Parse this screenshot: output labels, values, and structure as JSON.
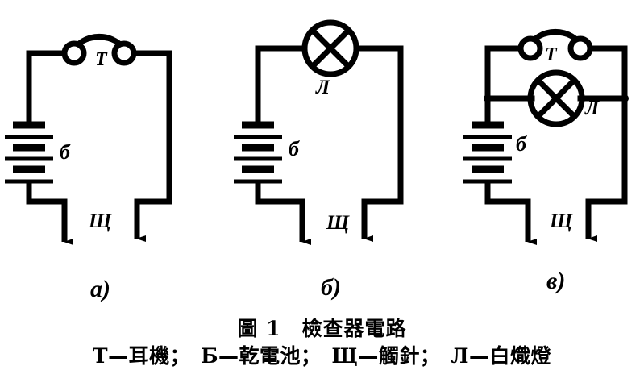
{
  "figure": {
    "caption_title": "圖 1　檢查器電路",
    "caption_legend": "Т—耳機；　Б—乾電池；　Щ—觸針；　Л—白熾燈",
    "background_color": "#ffffff",
    "ink_color": "#000000",
    "panels": [
      {
        "id": "a",
        "sub_label": "а)",
        "description": "battery with headphones in series and two probe arrows",
        "components": [
          {
            "name": "headphones",
            "label": "Т",
            "symbol": "two-circles-with-double-arc"
          },
          {
            "name": "battery",
            "label": "б",
            "symbol": "multi-cell-battery"
          },
          {
            "name": "probes",
            "label": "Щ",
            "symbol": "two-down-arrows"
          }
        ]
      },
      {
        "id": "b",
        "sub_label": "б)",
        "description": "battery with incandescent lamp in series and two probe arrows",
        "components": [
          {
            "name": "lamp",
            "label": "Л",
            "symbol": "circle-with-x"
          },
          {
            "name": "battery",
            "label": "б",
            "symbol": "multi-cell-battery"
          },
          {
            "name": "probes",
            "label": "Щ",
            "symbol": "two-down-arrows"
          }
        ]
      },
      {
        "id": "c",
        "sub_label": "в)",
        "description": "battery with headphones and lamp in parallel and two probe arrows",
        "components": [
          {
            "name": "headphones",
            "label": "Т",
            "symbol": "two-circles-with-double-arc"
          },
          {
            "name": "lamp",
            "label": "Л",
            "symbol": "circle-with-x"
          },
          {
            "name": "battery",
            "label": "б",
            "symbol": "multi-cell-battery"
          },
          {
            "name": "probes",
            "label": "Щ",
            "symbol": "two-down-arrows"
          }
        ]
      }
    ],
    "labels": {
      "a_headphone": "Т",
      "a_battery": "б",
      "a_probe": "Щ",
      "b_lamp": "Л",
      "b_battery": "б",
      "b_probe": "Щ",
      "c_headphone": "Т",
      "c_lamp": "Л",
      "c_battery": "б",
      "c_probe": "Щ"
    }
  }
}
